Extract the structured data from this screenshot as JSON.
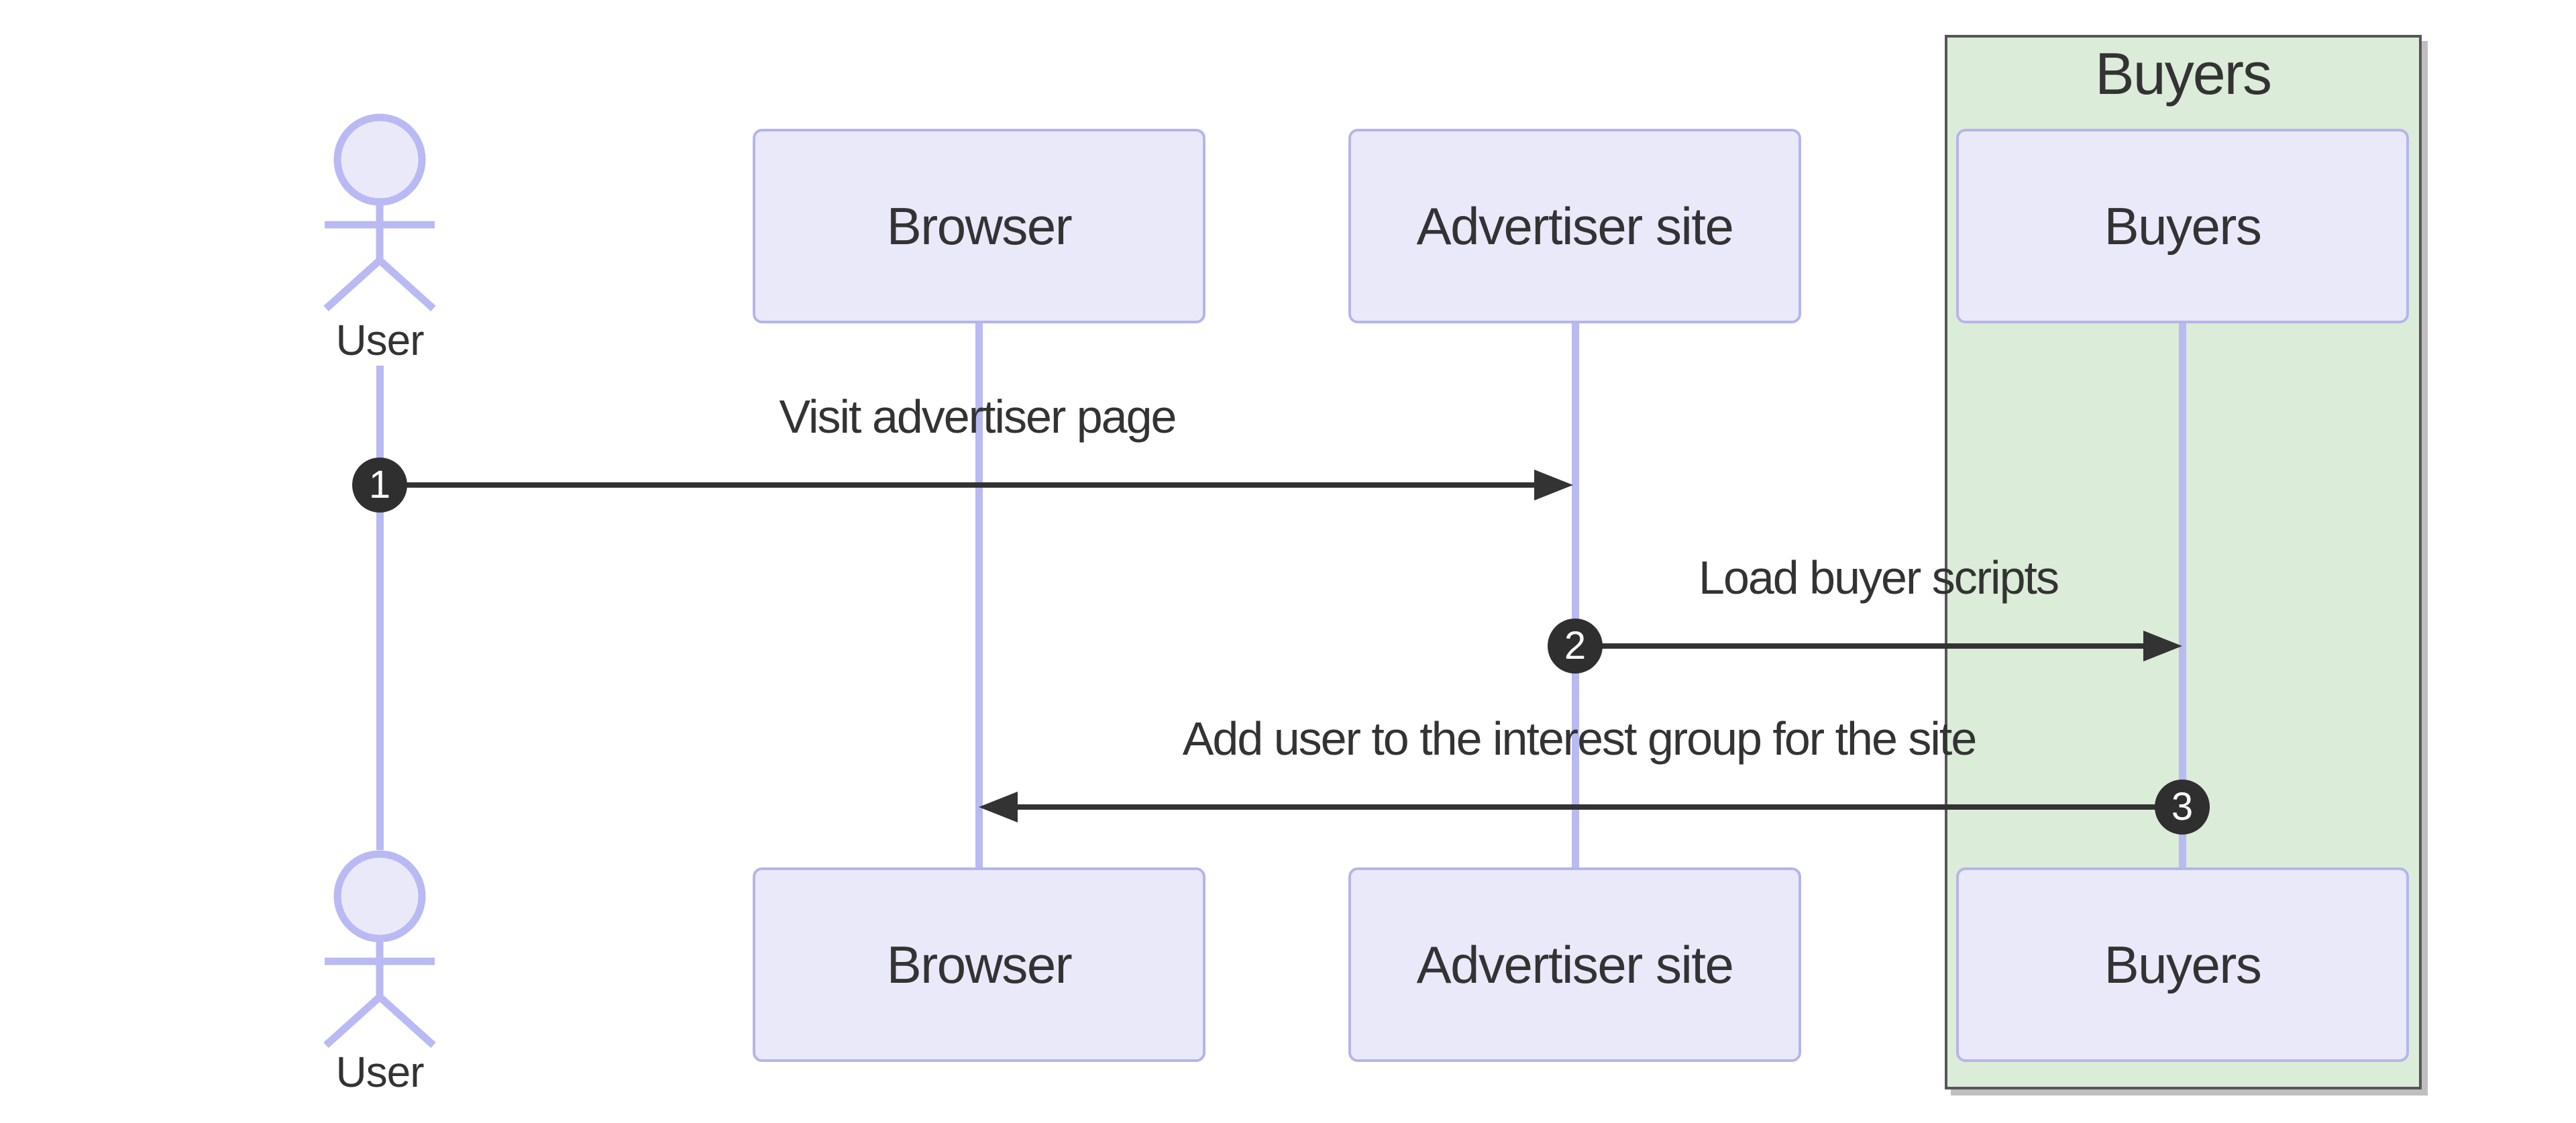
{
  "group": {
    "label": "Buyers"
  },
  "participants": [
    {
      "id": "user",
      "label": "User",
      "kind": "actor"
    },
    {
      "id": "browser",
      "label": "Browser",
      "kind": "participant"
    },
    {
      "id": "advertiser",
      "label": "Advertiser site",
      "kind": "participant"
    },
    {
      "id": "buyers",
      "label": "Buyers",
      "kind": "participant"
    }
  ],
  "messages": [
    {
      "seq": "1",
      "text": "Visit advertiser page",
      "from": "User",
      "to": "Advertiser site"
    },
    {
      "seq": "2",
      "text": "Load buyer scripts",
      "from": "Advertiser site",
      "to": "Buyers"
    },
    {
      "seq": "3",
      "text": "Add user to the interest group for the site",
      "from": "Buyers",
      "to": "Browser"
    }
  ],
  "colors": {
    "participant_fill": "#e9e9fa",
    "participant_border": "#b5b5eb",
    "lifeline": "#b9b9f3",
    "group_fill": "#dbecd8",
    "group_border": "#565656",
    "arrow": "#333333",
    "text": "#333333",
    "seq_badge_fill": "#2f2f2f",
    "seq_badge_text": "#ffffff",
    "canvas": "#ffffff"
  }
}
